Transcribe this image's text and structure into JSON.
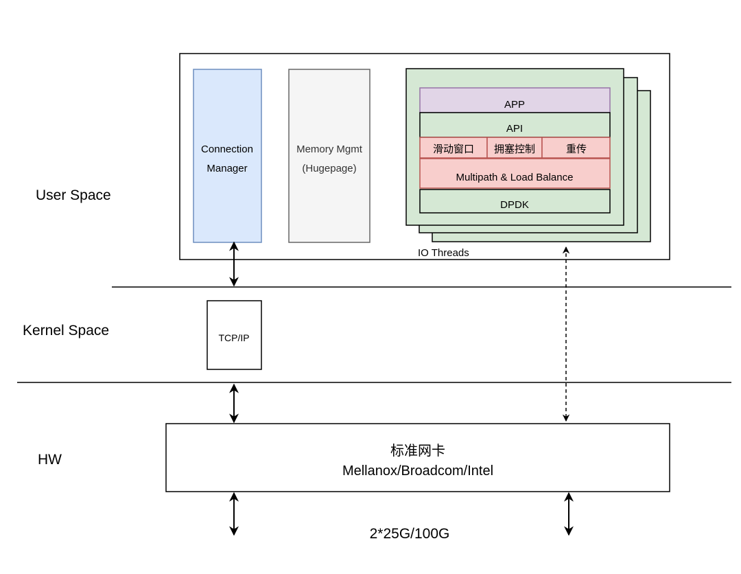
{
  "layers": {
    "user_space": "User Space",
    "kernel_space": "Kernel Space",
    "hw": "HW"
  },
  "user_space_box": {
    "connection_manager": [
      "Connection",
      "Manager"
    ],
    "memory_mgmt": [
      "Memory Mgmt",
      "(Hugepage)"
    ],
    "io_threads_label": "IO Threads",
    "io_stack": {
      "app": "APP",
      "api": "API",
      "sliding_window": "滑动窗口",
      "congestion_control": "拥塞控制",
      "retransmit": "重传",
      "multipath": "Multipath & Load Balance",
      "dpdk": "DPDK"
    }
  },
  "kernel_box": {
    "tcpip": "TCP/IP"
  },
  "nic_box": {
    "line1": "标准网卡",
    "line2": "Mellanox/Broadcom/Intel"
  },
  "link_speed": "2*25G/100G",
  "colors": {
    "connection_manager_fill": "#dae8fc",
    "connection_manager_stroke": "#6c8ebf",
    "memory_fill": "#f5f5f5",
    "memory_stroke": "#666666",
    "io_thread_fill": "#d5e8d4",
    "app_fill": "#e1d5e7",
    "app_stroke": "#9673a6",
    "red_fill": "#f8cecc",
    "red_stroke": "#b85450"
  }
}
